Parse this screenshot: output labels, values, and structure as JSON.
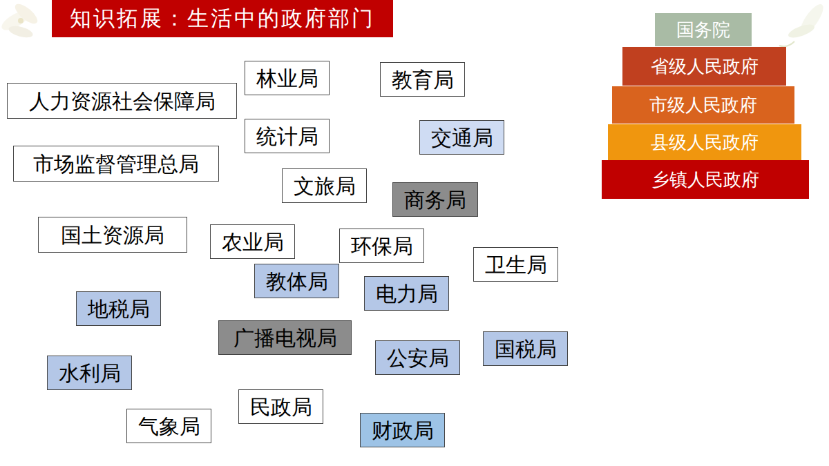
{
  "diagram": {
    "title": "知识拓展：生活中的政府部门",
    "nodes": [
      {
        "text": [
          "国务院"
        ]
      },
      {
        "text": [
          "省级人民政府"
        ]
      },
      {
        "text": [
          "市级人民政府"
        ]
      },
      {
        "text": [
          "县级人民政府"
        ]
      },
      {
        "text": [
          "乡镇人民政府"
        ]
      },
      {
        "text": [
          "林业局"
        ]
      },
      {
        "text": [
          "教育局"
        ]
      },
      {
        "text": [
          "人力资源社会保障局"
        ]
      },
      {
        "text": [
          "统计局"
        ]
      },
      {
        "text": [
          "交通局"
        ]
      },
      {
        "text": [
          "市场监督管理总局"
        ]
      },
      {
        "text": [
          "文旅局"
        ]
      },
      {
        "text": [
          "商务局"
        ]
      },
      {
        "text": [
          "国土资源局"
        ]
      },
      {
        "text": [
          "农业局"
        ]
      },
      {
        "text": [
          "环保局"
        ]
      },
      {
        "text": [
          "卫生局"
        ]
      },
      {
        "text": [
          "教体局"
        ]
      },
      {
        "text": [
          "电力局"
        ]
      },
      {
        "text": [
          "地税局"
        ]
      },
      {
        "text": [
          "广播电视局"
        ]
      },
      {
        "text": [
          "国税局"
        ]
      },
      {
        "text": [
          "公安局"
        ]
      },
      {
        "text": [
          "水利局"
        ]
      },
      {
        "text": [
          "民政局"
        ]
      },
      {
        "text": [
          "气象局"
        ]
      },
      {
        "text": [
          "财政局"
        ]
      }
    ]
  }
}
